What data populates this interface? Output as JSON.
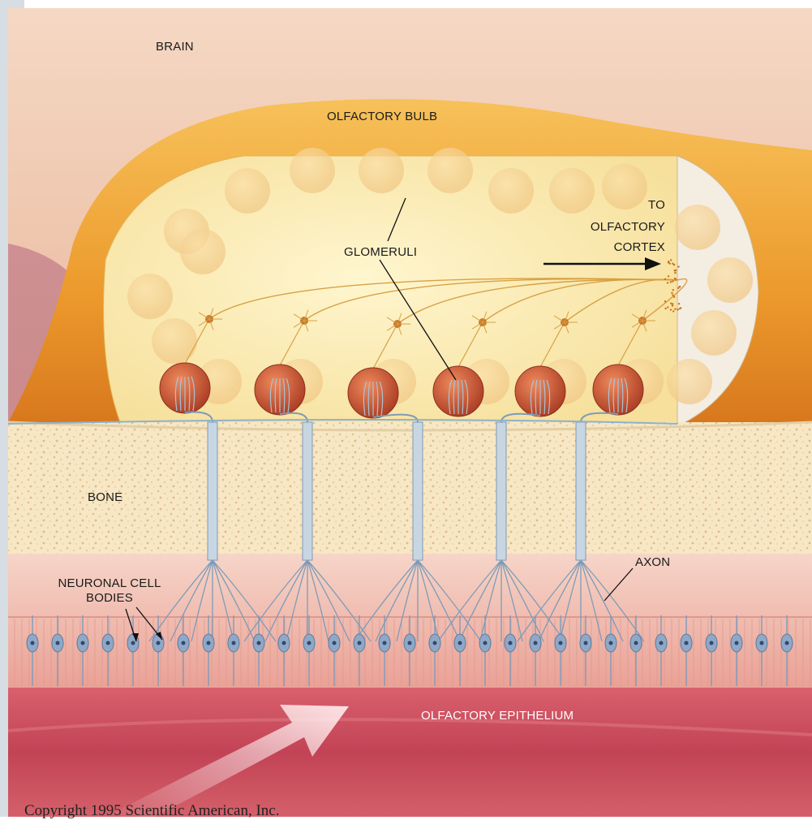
{
  "labels": {
    "brain": "BRAIN",
    "olfactory_bulb": "OLFACTORY BULB",
    "to_cortex_line1": "TO",
    "to_cortex_line2": "OLFACTORY",
    "to_cortex_line3": "CORTEX",
    "glomeruli": "GLOMERULI",
    "bone": "BONE",
    "axon": "AXON",
    "neuronal_line1": "NEURONAL CELL",
    "neuronal_line2": "BODIES",
    "epithelium": "OLFACTORY EPITHELIUM"
  },
  "copyright": "Copyright 1995 Scientific American, Inc.",
  "colors": {
    "brain": "#f2c9ad",
    "bulb_rim": "#f0a93a",
    "bulb_interior": "#fbeeb4",
    "glomerulus": "#c8502e",
    "bone": "#f7e6c1",
    "axon": "#7d9bb8",
    "epithelium": "#eda79f",
    "lamina": "#c94b5c"
  }
}
